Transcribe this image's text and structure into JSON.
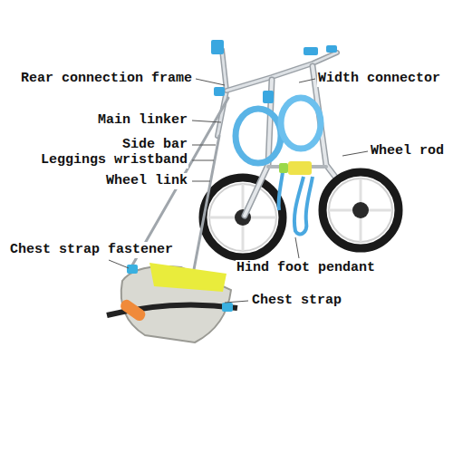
{
  "diagram": {
    "labels": [
      "Rear connection frame",
      "Width connector",
      "Main linker",
      "Side bar",
      "Leggings wristband",
      "Wheel rod",
      "Wheel link",
      "Chest strap fastener",
      "Hind foot pendant",
      "Chest strap"
    ]
  }
}
